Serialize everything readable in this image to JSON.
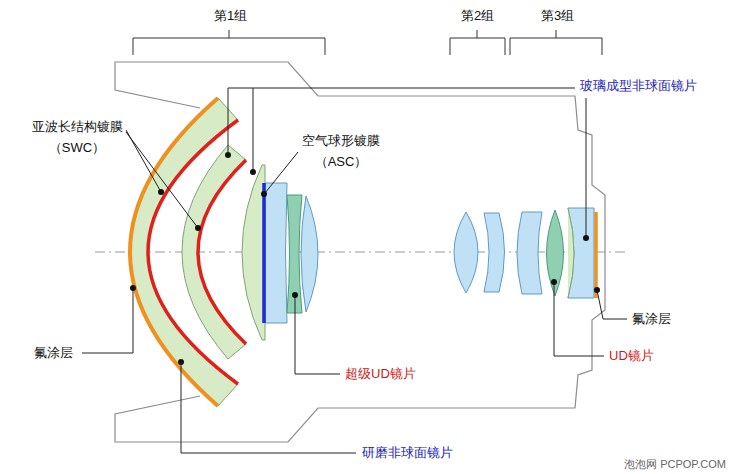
{
  "diagram": {
    "labels": [
      "第1组",
      "第2组",
      "第3组",
      "亚波长结构镀膜 （SWC）",
      "空气球形镀膜 （ASC）",
      "玻璃成型非球面镜片",
      "氟涂层",
      "超级UD镜片",
      "研磨非球面镜片",
      "UD镜片",
      "氟涂层",
      "泡泡网 PCPOP.COM"
    ]
  }
}
